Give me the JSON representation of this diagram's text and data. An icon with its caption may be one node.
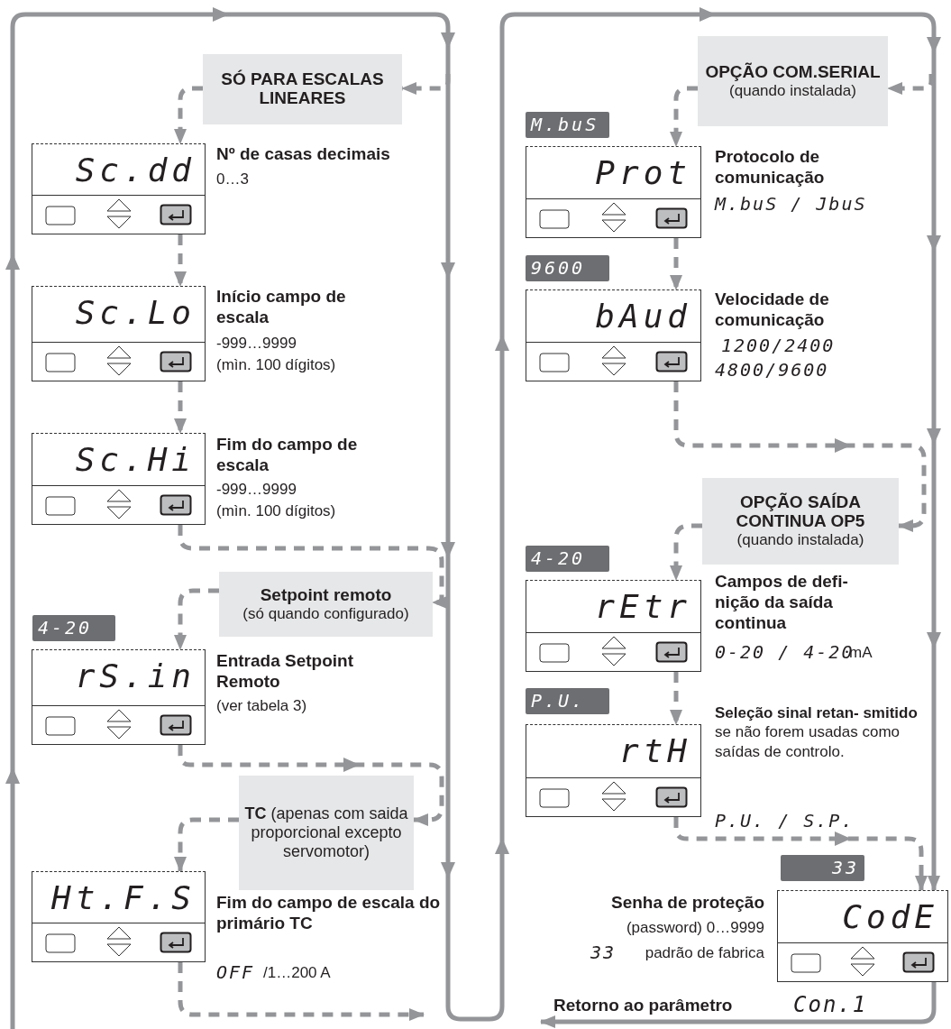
{
  "diagram": {
    "nodes": [
      {
        "text": [
          "SÓ PARA ESCALAS LINEARES"
        ]
      },
      {
        "text": [
          "Sc.dd"
        ],
        "beside": [
          "Nº de casas decimais",
          "0…3"
        ]
      },
      {
        "text": [
          "Sc.Lo"
        ],
        "beside": [
          "Início campo de escala",
          "-999…9999",
          "(mìn. 100 dígitos)"
        ]
      },
      {
        "text": [
          "Sc.Hi"
        ],
        "beside": [
          "Fim do campo de escala",
          "-999…9999",
          "(mìn. 100 dígitos)"
        ]
      },
      {
        "text": [
          "Setpoint remoto",
          "(só quando configurado)"
        ]
      },
      {
        "text": [
          "rS.in"
        ],
        "beside": [
          "4-20",
          "Entrada Setpoint Remoto",
          "(ver tabela 3)"
        ]
      },
      {
        "text": [
          "**TC** (apenas com saida proporcional excepto servomotor)"
        ]
      },
      {
        "text": [
          "Ht.F.S"
        ],
        "beside": [
          "Fim do campo de escala do primário TC",
          "OFF",
          "/1…200 A"
        ]
      },
      {
        "text": [
          "OPÇÃO COM.SERIAL",
          "(quando instalada)"
        ]
      },
      {
        "text": [
          "Prot"
        ],
        "beside": [
          "M.buS",
          "Protocolo de comunicação",
          "M.buS / JbuS"
        ]
      },
      {
        "text": [
          "bAud"
        ],
        "beside": [
          "9600",
          "Velocidade de comunicação",
          "1200/2400",
          "4800/9600"
        ]
      },
      {
        "text": [
          "OPÇÃO SAÍDA CONTINUA OP5",
          "(quando instalada)"
        ]
      },
      {
        "text": [
          "rEtr"
        ],
        "beside": [
          "4-20",
          "Campos de defi- nição da saída continua",
          "0-20 / 4-20",
          "mA"
        ]
      },
      {
        "text": [
          "rtH"
        ],
        "beside": [
          "P.U.",
          "**Seleção sinal retan- smitido** se não forem usadas como saídas de controlo.",
          "P.U. / S.P."
        ]
      },
      {
        "text": [
          "CodE"
        ],
        "beside": [
          "33",
          "Senha de proteção",
          "(password) 0…9999",
          "33",
          "padrão de fabrica"
        ]
      }
    ],
    "edges": [
      {
        "from": null,
        "to": 0,
        "arrow": "to",
        "style": "dashed"
      },
      {
        "from": 0,
        "to": 1,
        "arrow": "to",
        "style": "dashed"
      },
      {
        "from": 1,
        "to": 2,
        "arrow": "to",
        "style": "dashed"
      },
      {
        "from": 2,
        "to": 3,
        "arrow": "to",
        "style": "dashed"
      },
      {
        "from": 3,
        "to": 4,
        "arrow": "to",
        "style": "dashed"
      },
      {
        "from": 4,
        "to": 5,
        "arrow": "to",
        "style": "dashed"
      },
      {
        "from": 5,
        "to": 6,
        "arrow": "to",
        "style": "dashed"
      },
      {
        "from": 6,
        "to": 7,
        "arrow": "to",
        "style": "dashed"
      },
      {
        "from": 7,
        "to": null,
        "arrow": "to",
        "style": "dashed"
      },
      {
        "from": null,
        "to": 8,
        "arrow": "to",
        "style": "dashed"
      },
      {
        "from": 8,
        "to": 9,
        "arrow": "to",
        "style": "dashed"
      },
      {
        "from": 9,
        "to": 10,
        "arrow": "to",
        "style": "dashed"
      },
      {
        "from": 10,
        "to": 11,
        "arrow": "to",
        "style": "dashed"
      },
      {
        "from": 11,
        "to": 12,
        "arrow": "to",
        "style": "dashed"
      },
      {
        "from": 12,
        "to": 13,
        "arrow": "to",
        "style": "dashed"
      },
      {
        "from": 13,
        "to": 14,
        "arrow": "to",
        "style": "dashed"
      },
      {
        "from": null,
        "to": 14,
        "arrow": "to"
      },
      {
        "from": 14,
        "to": null,
        "arrow": "to",
        "label": "Retorno ao parâmetro"
      }
    ],
    "labels": [
      "Con.1"
    ]
  }
}
